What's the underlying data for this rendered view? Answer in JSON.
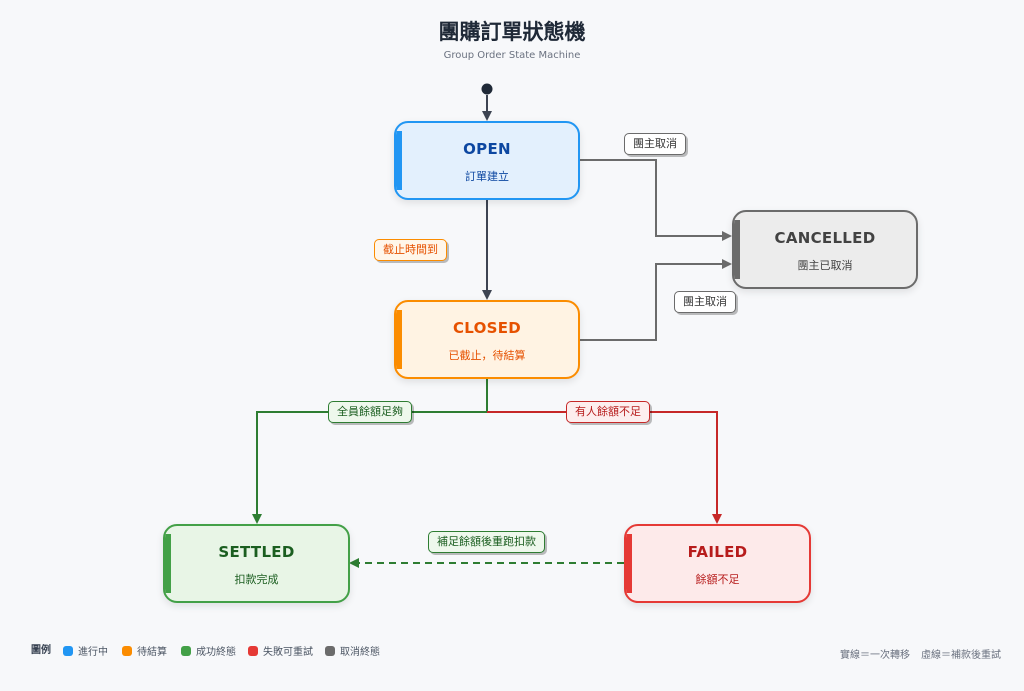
{
  "header": {
    "title": "團購訂單狀態機",
    "subtitle": "Group Order State Machine"
  },
  "states": {
    "open": {
      "name": "OPEN",
      "desc": "訂單建立",
      "color": "#2196f3",
      "text": "#0d47a1",
      "fill": "#e3f0fd"
    },
    "closed": {
      "name": "CLOSED",
      "desc": "已截止，待結算",
      "color": "#fb8c00",
      "text": "#e65100",
      "fill": "#fff3e3"
    },
    "cancelled": {
      "name": "CANCELLED",
      "desc": "團主已取消",
      "color": "#6b6b6b",
      "text": "#424242",
      "fill": "#ececec"
    },
    "settled": {
      "name": "SETTLED",
      "desc": "扣款完成",
      "color": "#43a047",
      "text": "#1b5e20",
      "fill": "#e8f5e6"
    },
    "failed": {
      "name": "FAILED",
      "desc": "餘額不足",
      "color": "#e53935",
      "text": "#b71c1c",
      "fill": "#fdeaea"
    }
  },
  "transitions": {
    "open_closed": "截止時間到",
    "open_cancelled": "團主取消",
    "closed_cancelled": "團主取消",
    "closed_settled": "全員餘額足夠",
    "closed_failed": "有人餘額不足",
    "failed_settled": "補足餘額後重跑扣款"
  },
  "legend": {
    "title": "圖例",
    "items": [
      {
        "label": "進行中",
        "color": "#2196f3"
      },
      {
        "label": "待結算",
        "color": "#fb8c00"
      },
      {
        "label": "成功終態",
        "color": "#43a047"
      },
      {
        "label": "失敗可重試",
        "color": "#e53935"
      },
      {
        "label": "取消終態",
        "color": "#6b6b6b"
      }
    ],
    "solid_note": "實線＝一次轉移",
    "dashed_note": "虛線＝補款後重試"
  }
}
